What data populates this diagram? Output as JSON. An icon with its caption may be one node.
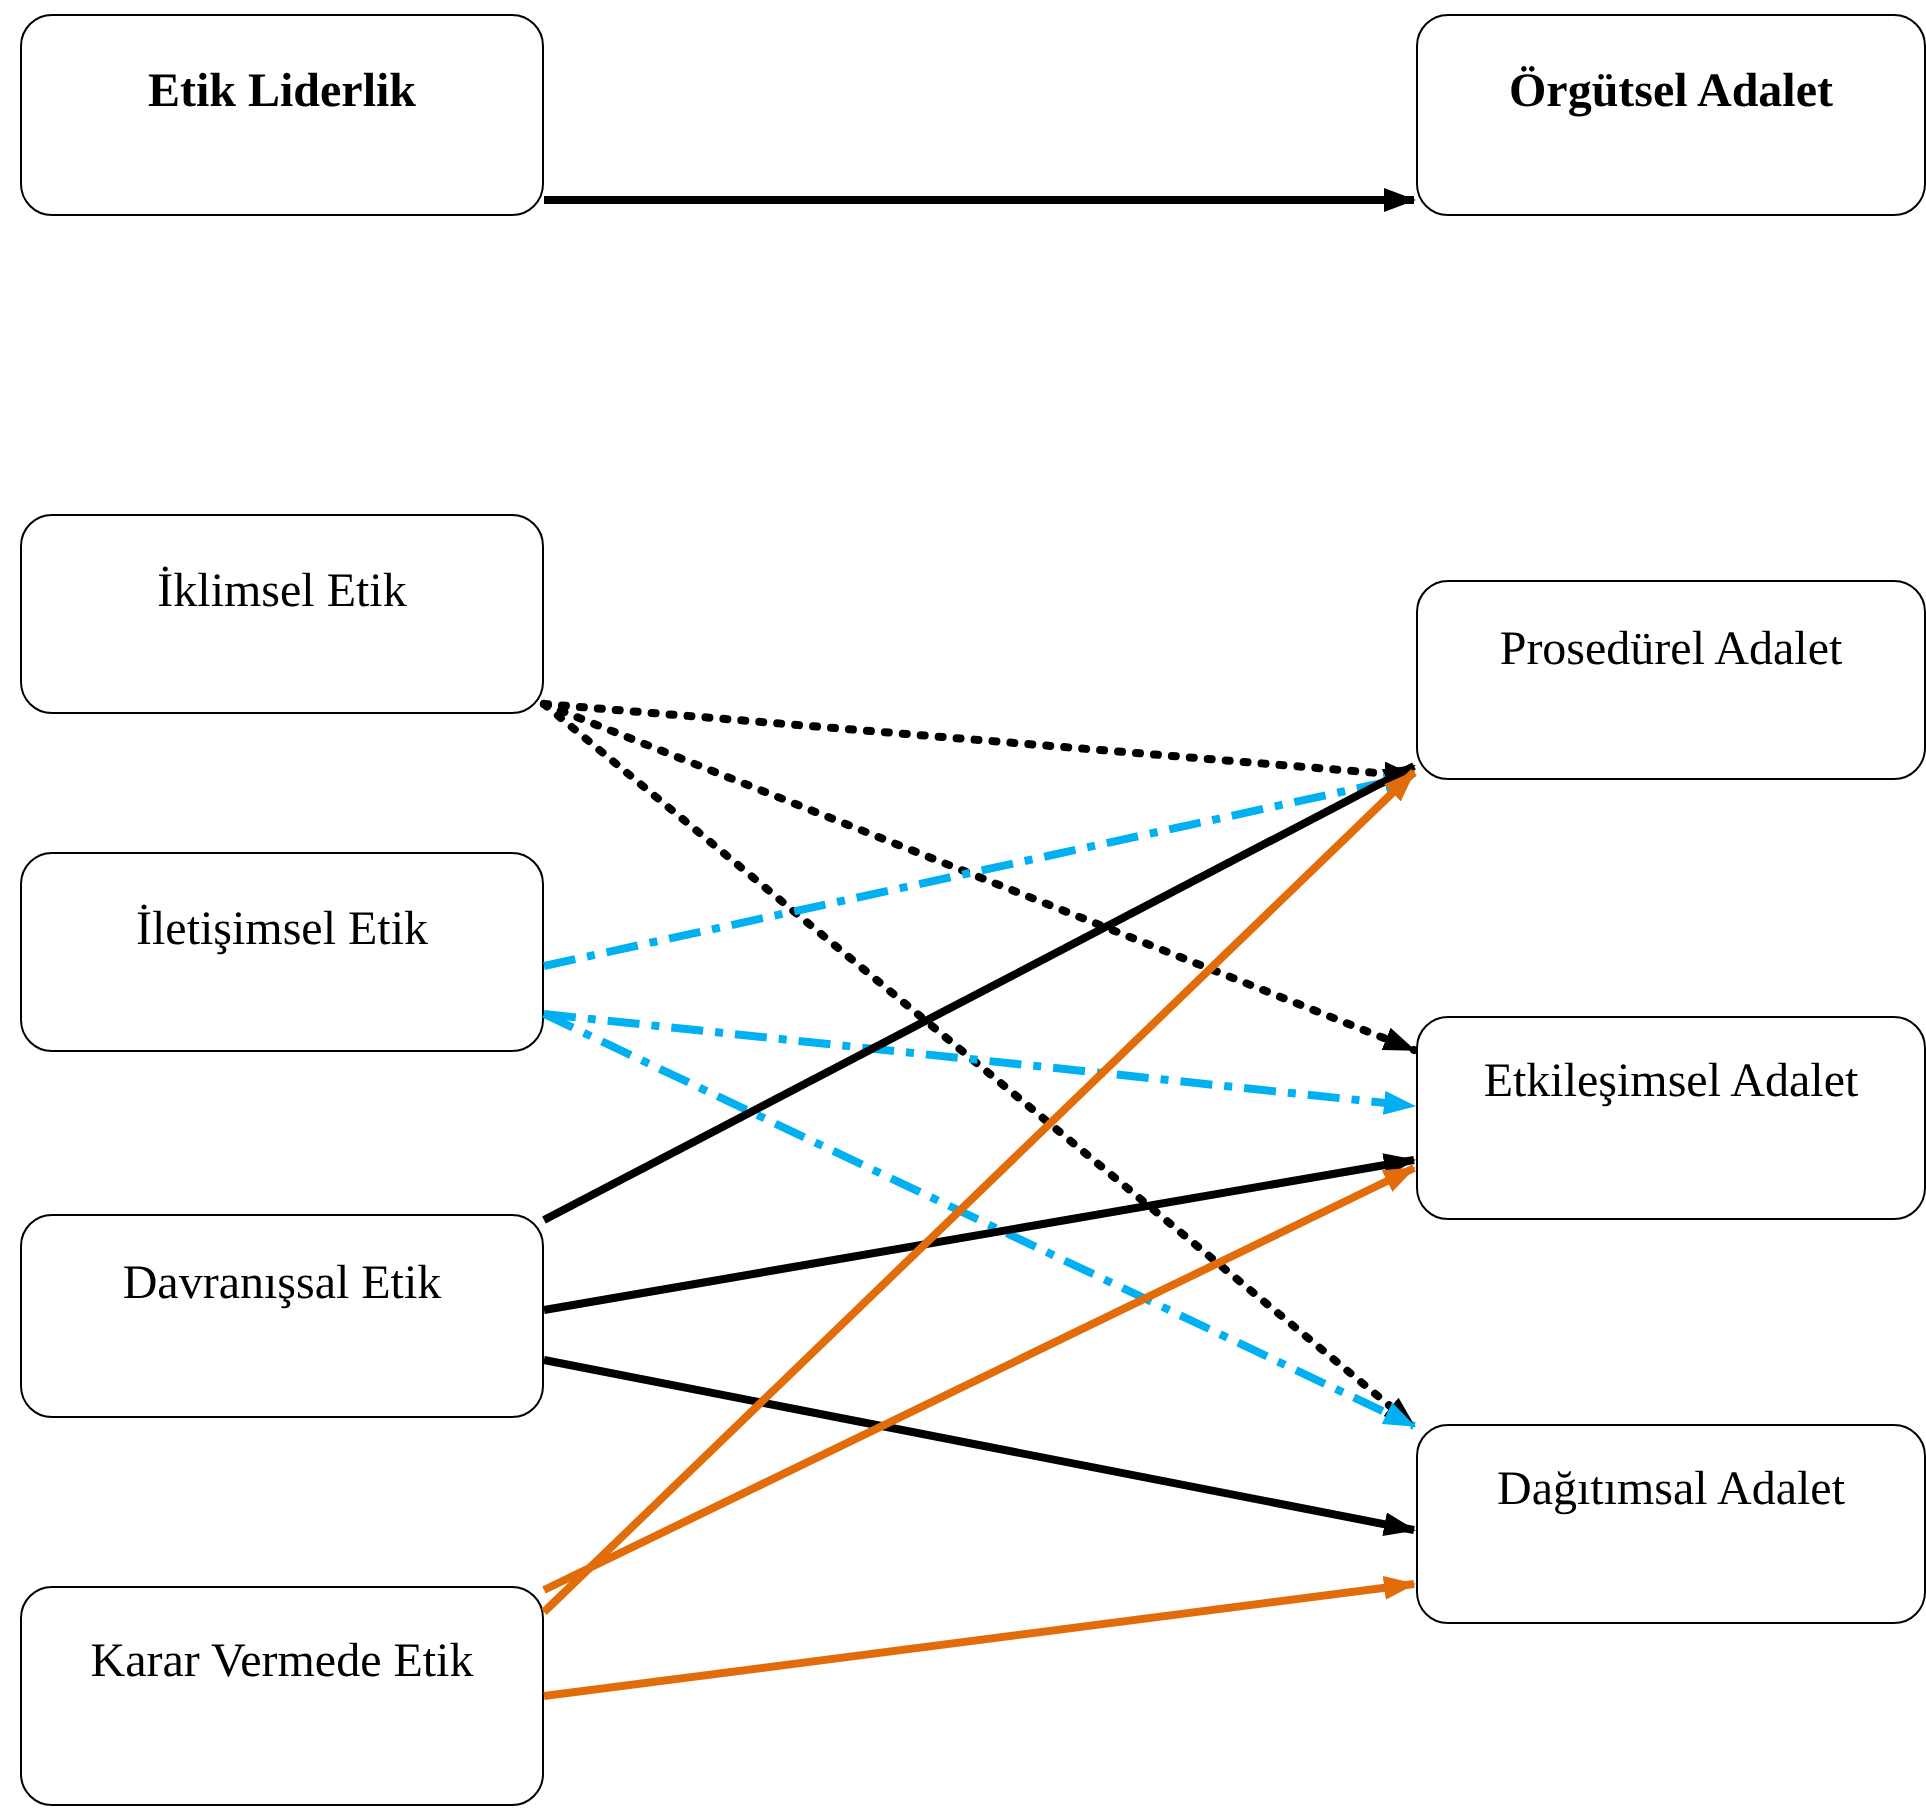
{
  "diagram": {
    "nodes": [
      {
        "text": [
          "Etik Liderlik"
        ]
      },
      {
        "text": [
          "Örgütsel Adalet"
        ]
      },
      {
        "text": [
          "İklimsel Etik"
        ]
      },
      {
        "text": [
          "İletişimsel Etik"
        ]
      },
      {
        "text": [
          "Davranışsal Etik"
        ]
      },
      {
        "text": [
          "Karar Vermede Etik"
        ]
      },
      {
        "text": [
          "Prosedürel Adalet"
        ]
      },
      {
        "text": [
          "Etkileşimsel Adalet"
        ]
      },
      {
        "text": [
          "Dağıtımsal Adalet"
        ]
      }
    ],
    "edges": [
      {
        "from": 0,
        "to": 1,
        "arrow": "to"
      },
      {
        "from": 2,
        "to": 6,
        "arrow": "to",
        "style": "dashed"
      },
      {
        "from": 2,
        "to": 7,
        "arrow": "to",
        "style": "dashed"
      },
      {
        "from": 2,
        "to": 8,
        "arrow": "to",
        "style": "dashed"
      },
      {
        "from": 3,
        "to": 6,
        "arrow": "to",
        "style": "dashed",
        "color": "#00b0f0"
      },
      {
        "from": 3,
        "to": 7,
        "arrow": "to",
        "style": "dashed",
        "color": "#00b0f0"
      },
      {
        "from": 3,
        "to": 8,
        "arrow": "to",
        "style": "dashed",
        "color": "#00b0f0"
      },
      {
        "from": 4,
        "to": 6,
        "arrow": "to"
      },
      {
        "from": 4,
        "to": 7,
        "arrow": "to"
      },
      {
        "from": 4,
        "to": 8,
        "arrow": "to"
      },
      {
        "from": 5,
        "to": 6,
        "arrow": "to",
        "color": "#e36c0a"
      },
      {
        "from": 5,
        "to": 7,
        "arrow": "to",
        "color": "#e36c0a"
      },
      {
        "from": 5,
        "to": 8,
        "arrow": "to",
        "color": "#e36c0a"
      }
    ]
  }
}
